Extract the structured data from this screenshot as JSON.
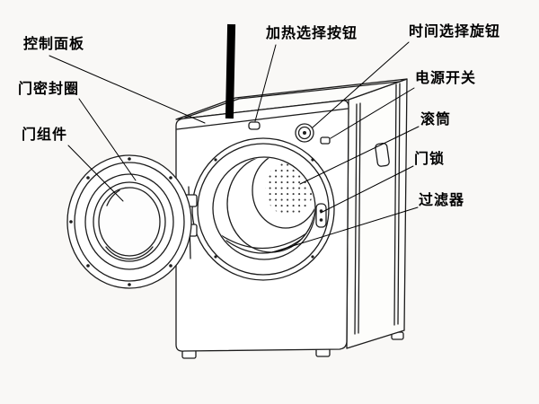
{
  "colors": {
    "background": "#f9f8f6",
    "line": "#1c1c1c",
    "leader_line": "#000000",
    "marker_bar": "#000000",
    "label_text": "#000000"
  },
  "labels": {
    "control_panel": "控制面板",
    "door_seal": "门密封圈",
    "door_assembly": "门组件",
    "heat_select_button": "加热选择按钮",
    "timer_knob": "时间选择旋钮",
    "power_switch": "电源开关",
    "drum": "滚筒",
    "door_lock": "门锁",
    "filter": "过滤器"
  }
}
